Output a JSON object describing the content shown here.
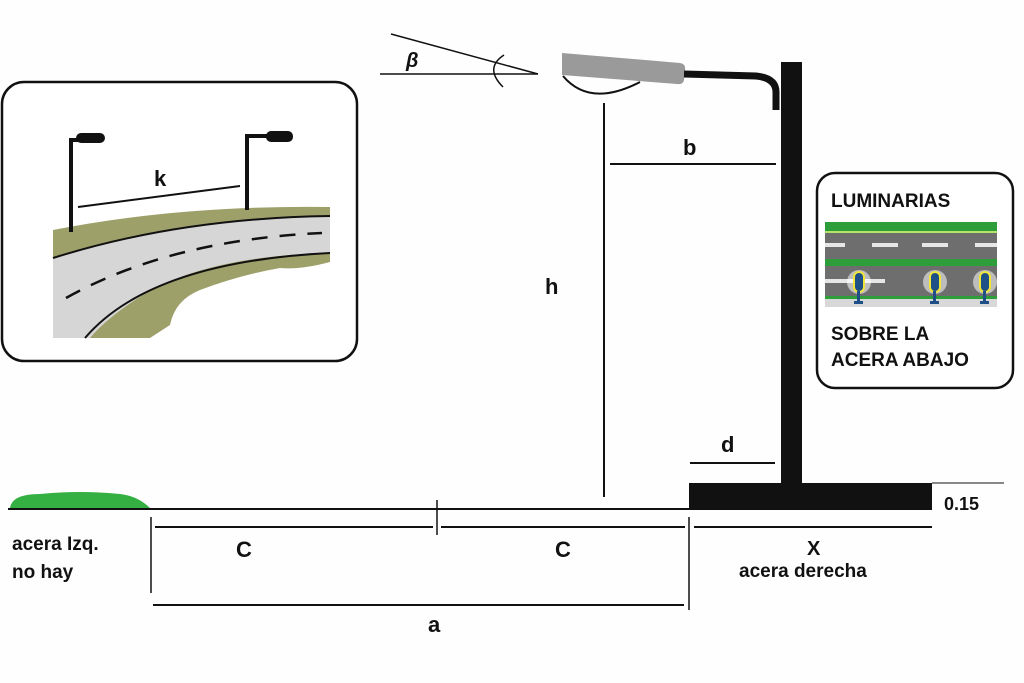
{
  "diagram": {
    "labels": {
      "beta": "β",
      "b": "b",
      "h": "h",
      "d": "d",
      "k": "k",
      "c_left": "C",
      "c_right": "C",
      "a": "a",
      "x": "X",
      "curb_height": "0.15"
    },
    "sidewalks": {
      "left_line1": "acera Izq.",
      "left_line2": "no hay",
      "right": "acera derecha"
    },
    "legend_card": {
      "title": "LUMINARIAS",
      "subtitle_line1": "SOBRE LA",
      "subtitle_line2": "ACERA ABAJO"
    },
    "colors": {
      "grass_green": "#34b043",
      "inset_verge": "#9ea06a",
      "road_light": "#d6d6d6",
      "luminaire_gray": "#9a9a9a",
      "legend_road": "#6e6e6e",
      "legend_green": "#2e9e3a",
      "legend_lamp": "#1e4f86",
      "legend_glow": "#f2e63a"
    }
  }
}
